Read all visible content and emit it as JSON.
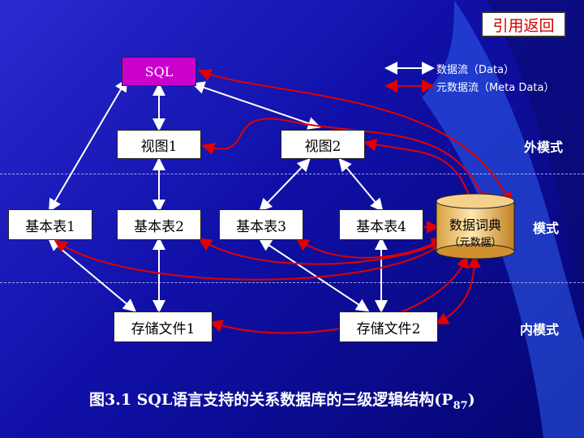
{
  "nav": {
    "back_label": "引用返回"
  },
  "legend": {
    "data_flow": "数据流（Data）",
    "meta_flow": "元数据流（Meta Data）"
  },
  "boxes": {
    "sql": "SQL",
    "view1": "视图1",
    "view2": "视图2",
    "table1": "基本表1",
    "table2": "基本表2",
    "table3": "基本表3",
    "table4": "基本表4",
    "file1": "存储文件1",
    "file2": "存储文件2"
  },
  "dictionary": {
    "title": "数据词典",
    "subtitle": "（元数据）"
  },
  "levels": {
    "external": "外模式",
    "conceptual": "模式",
    "internal": "内模式"
  },
  "caption": {
    "main": "图3.1  SQL语言支持的关系数据库的三级逻辑结构(P",
    "sub": "87",
    "tail": ")"
  },
  "colors": {
    "meta_arrow": "#e00000",
    "data_arrow": "#ffffff",
    "sql_box": "#cc00cc",
    "background": "#1010a8",
    "curve": "#3a6cff"
  }
}
